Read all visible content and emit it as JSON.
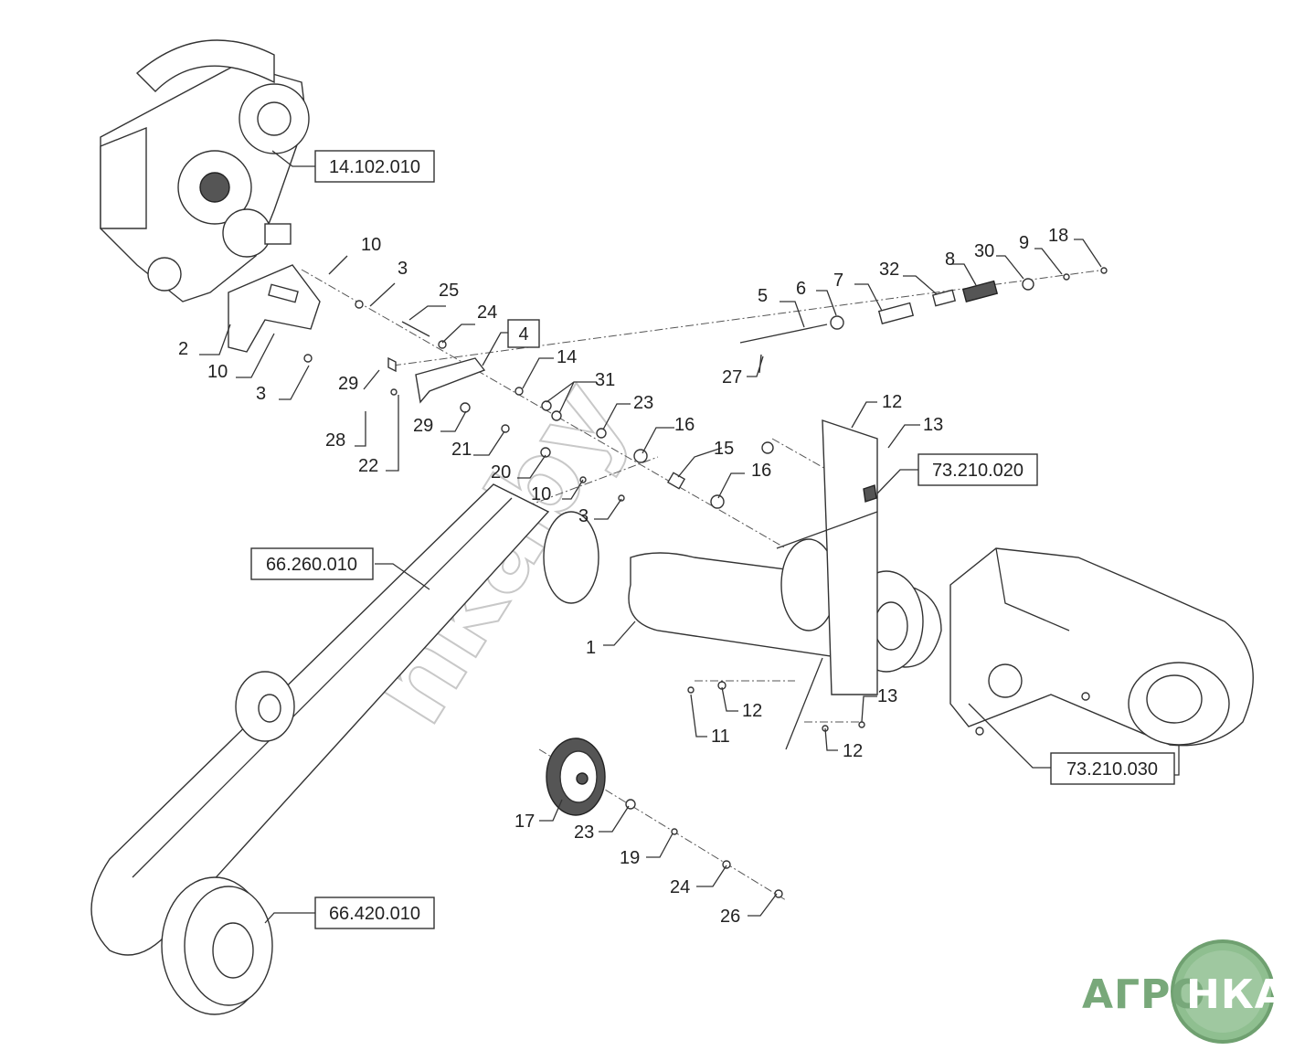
{
  "diagram": {
    "refs": {
      "r1": "14.102.010",
      "r2": "73.210.020",
      "r3": "66.260.010",
      "r4": "73.210.030",
      "r5": "66.420.010"
    },
    "boxed_item": "4",
    "callouts": {
      "c10a": "10",
      "c3a": "3",
      "c2": "2",
      "c10b": "10",
      "c3b": "3",
      "c25": "25",
      "c24a": "24",
      "c29a": "29",
      "c28": "28",
      "c22": "22",
      "c14": "14",
      "c31": "31",
      "c29b": "29",
      "c21": "21",
      "c20": "20",
      "c10c": "10",
      "c3c": "3",
      "c23a": "23",
      "c16a": "16",
      "c15": "15",
      "c16b": "16",
      "c5": "5",
      "c6": "6",
      "c7": "7",
      "c32": "32",
      "c8": "8",
      "c30": "30",
      "c9": "9",
      "c18": "18",
      "c27": "27",
      "c12a": "12",
      "c13a": "13",
      "c1": "1",
      "c11": "11",
      "c12b": "12",
      "c13b": "13",
      "c12c": "12",
      "c17": "17",
      "c23b": "23",
      "c19": "19",
      "c24b": "24",
      "c26": "26"
    },
    "watermark": "nkaby",
    "logo": {
      "left": "АГРО",
      "right": "НКА",
      "color": "#78a87a"
    }
  }
}
